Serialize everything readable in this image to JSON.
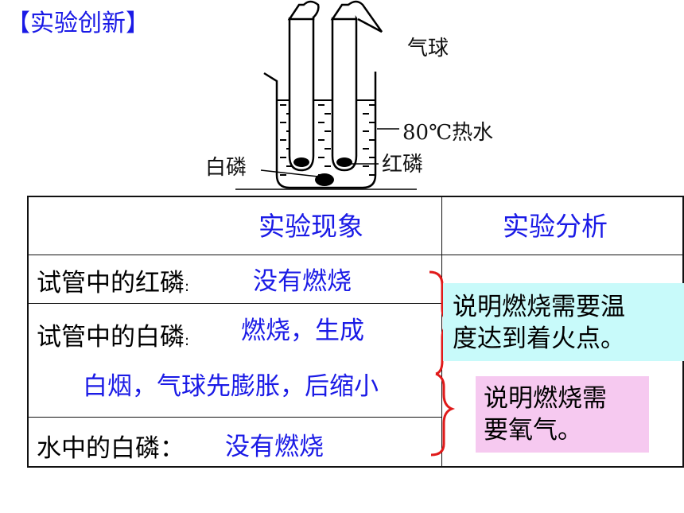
{
  "title": "【实验创新】",
  "apparatus": {
    "balloon_label": "气球",
    "water_label": "80℃热水",
    "white_p_label": "白磷",
    "red_p_label": "红磷"
  },
  "table": {
    "headers": [
      "实验现象",
      "实验分析"
    ],
    "rows": [
      {
        "label": "试管中的红磷",
        "colon": ":",
        "observation": "没有燃烧"
      },
      {
        "label": "试管中的白磷",
        "colon": ":",
        "observation": "燃烧，生成",
        "observation_cont": "白烟，气球先膨胀，后缩小"
      },
      {
        "label": "水中的白磷",
        "colon": "：",
        "observation": "没有燃烧"
      }
    ],
    "analysis": [
      {
        "line1": "说明燃烧需要温",
        "line2": "度达到着火点。",
        "bg": "#c8fafa"
      },
      {
        "line1": "说明燃烧需",
        "line2": "要氧气。",
        "bg": "#f6c9f0"
      }
    ]
  },
  "colors": {
    "accent_blue": "#1a1ae6",
    "brace_red": "#e01a1a"
  }
}
